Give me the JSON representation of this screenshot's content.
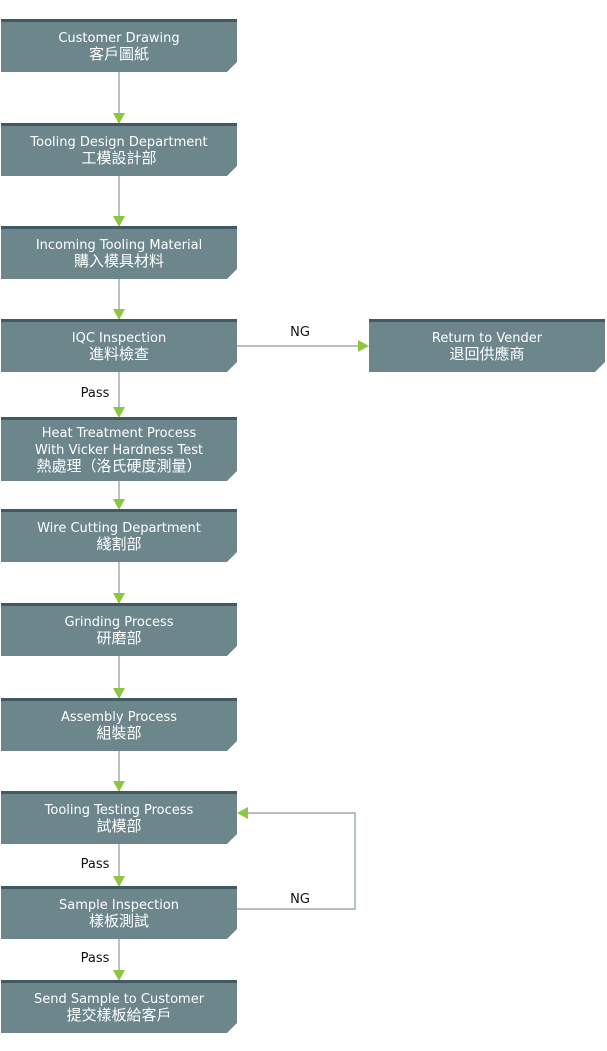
{
  "colors": {
    "box_fill": "#6c868c",
    "box_top_border": "#3f5a63",
    "arrow": "#8dc63f",
    "line": "#8a9a9f",
    "text": "#ffffff",
    "label_text": "#111111"
  },
  "nodes": [
    {
      "id": "customer-drawing",
      "en": "Customer Drawing",
      "zh": "客戶圖紙"
    },
    {
      "id": "tooling-design",
      "en": "Tooling Design Department",
      "zh": "工模設計部"
    },
    {
      "id": "incoming-material",
      "en": "Incoming Tooling Material",
      "zh": "購入模具材料"
    },
    {
      "id": "iqc-inspection",
      "en": "IQC Inspection",
      "zh": "進料檢查"
    },
    {
      "id": "heat-treatment",
      "en": "Heat Treatment Process",
      "en2": "With Vicker Hardness Test",
      "zh": "熱處理（洛氏硬度測量）"
    },
    {
      "id": "wire-cutting",
      "en": "Wire Cutting Department",
      "zh": "綫割部"
    },
    {
      "id": "grinding",
      "en": "Grinding Process",
      "zh": "研磨部"
    },
    {
      "id": "assembly",
      "en": "Assembly Process",
      "zh": "組裝部"
    },
    {
      "id": "tooling-testing",
      "en": "Tooling Testing Process",
      "zh": "試模部"
    },
    {
      "id": "sample-inspection",
      "en": "Sample Inspection",
      "zh": "樣板測試"
    },
    {
      "id": "send-sample",
      "en": "Send Sample to Customer",
      "zh": "提交樣板給客戶"
    },
    {
      "id": "return-vender",
      "en": "Return to Vender",
      "zh": "退回供應商"
    }
  ],
  "edge_labels": {
    "iqc_ng": "NG",
    "iqc_pass": "Pass",
    "testing_pass": "Pass",
    "sample_ng": "NG",
    "sample_pass": "Pass"
  }
}
